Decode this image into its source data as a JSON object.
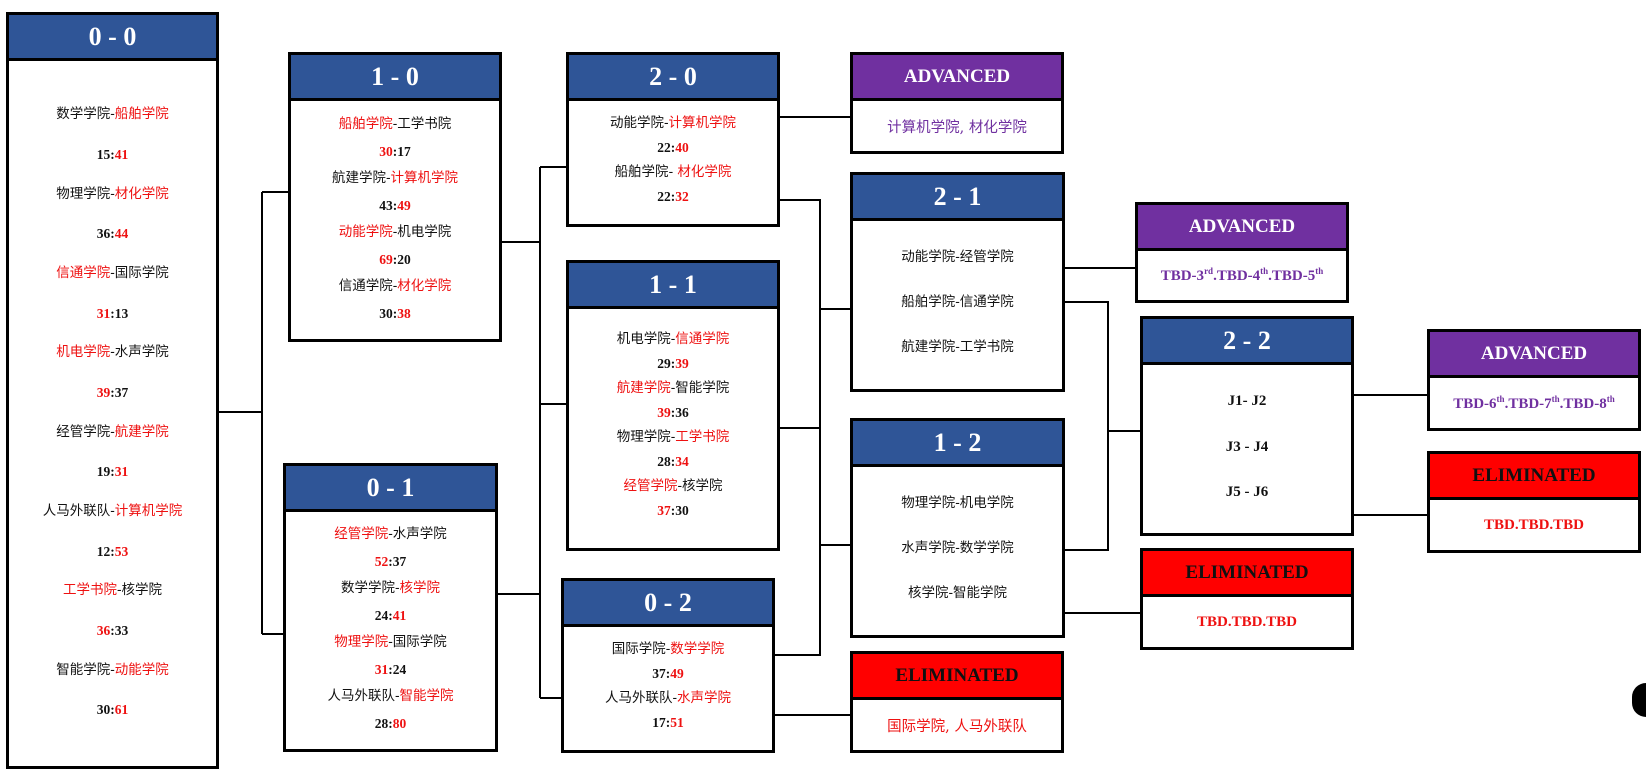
{
  "colors": {
    "header_blue": "#2f5597",
    "advanced_purple": "#7030a0",
    "eliminated_red": "#ff0000",
    "winner_text": "#ee1111"
  },
  "record_00": {
    "title": "0 - 0",
    "matches": [
      {
        "a": "数学学院",
        "b": "船舶学院",
        "winner": "b",
        "sa": "15",
        "sb": "41"
      },
      {
        "a": "物理学院",
        "b": "材化学院",
        "winner": "b",
        "sa": "36",
        "sb": "44"
      },
      {
        "a": "信通学院",
        "b": "国际学院",
        "winner": "a",
        "sa": "31",
        "sb": "13"
      },
      {
        "a": "机电学院",
        "b": "水声学院",
        "winner": "a",
        "sa": "39",
        "sb": "37"
      },
      {
        "a": "经管学院",
        "b": "航建学院",
        "winner": "b",
        "sa": "19",
        "sb": "31"
      },
      {
        "a": "人马外联队",
        "b": "计算机学院",
        "winner": "b",
        "sa": "12",
        "sb": "53"
      },
      {
        "a": "工学书院",
        "b": "核学院",
        "winner": "a",
        "sa": "36",
        "sb": "33"
      },
      {
        "a": "智能学院",
        "b": "动能学院",
        "winner": "b",
        "sa": "30",
        "sb": "61"
      }
    ]
  },
  "record_10": {
    "title": "1 - 0",
    "matches": [
      {
        "a": "船舶学院",
        "b": "工学书院",
        "winner": "a",
        "sa": "30",
        "sb": "17"
      },
      {
        "a": "航建学院",
        "b": "计算机学院",
        "winner": "b",
        "sa": "43",
        "sb": "49"
      },
      {
        "a": "动能学院",
        "b": "机电学院",
        "winner": "a",
        "sa": "69",
        "sb": "20"
      },
      {
        "a": "信通学院",
        "b": "材化学院",
        "winner": "b",
        "sa": "30",
        "sb": "38"
      }
    ]
  },
  "record_01": {
    "title": "0 - 1",
    "matches": [
      {
        "a": "经管学院",
        "b": "水声学院",
        "winner": "a",
        "sa": "52",
        "sb": "37"
      },
      {
        "a": "数学学院",
        "b": "核学院",
        "winner": "b",
        "sa": "24",
        "sb": "41"
      },
      {
        "a": "物理学院",
        "b": "国际学院",
        "winner": "a",
        "sa": "31",
        "sb": "24"
      },
      {
        "a": "人马外联队",
        "b": "智能学院",
        "winner": "b",
        "sa": "28",
        "sb": "80"
      }
    ]
  },
  "record_20": {
    "title": "2 - 0",
    "matches": [
      {
        "a": "动能学院",
        "b": "计算机学院",
        "winner": "b",
        "sa": "22",
        "sb": "40"
      },
      {
        "a": "船舶学院",
        "b": " 材化学院",
        "winner": "b",
        "sa": "22",
        "sb": "32"
      }
    ]
  },
  "record_11": {
    "title": "1 - 1",
    "matches": [
      {
        "a": "机电学院",
        "b": "信通学院",
        "winner": "b",
        "sa": "29",
        "sb": "39"
      },
      {
        "a": "航建学院",
        "b": "智能学院",
        "winner": "a",
        "sa": "39",
        "sb": "36"
      },
      {
        "a": "物理学院",
        "b": "工学书院",
        "winner": "b",
        "sa": "28",
        "sb": "34"
      },
      {
        "a": "经管学院",
        "b": "核学院",
        "winner": "a",
        "sa": "37",
        "sb": "30"
      }
    ]
  },
  "record_02": {
    "title": "0 - 2",
    "matches": [
      {
        "a": "国际学院",
        "b": "数学学院",
        "winner": "b",
        "sa": "37",
        "sb": "49"
      },
      {
        "a": "人马外联队",
        "b": "水声学院",
        "winner": "b",
        "sa": "17",
        "sb": "51"
      }
    ]
  },
  "adv_1": {
    "title": "ADVANCED",
    "text": "计算机学院, 材化学院"
  },
  "record_21": {
    "title": "2 - 1",
    "matches": [
      "动能学院-经管学院",
      "船舶学院-信通学院",
      "航建学院-工学书院"
    ]
  },
  "record_12": {
    "title": "1 - 2",
    "matches": [
      "物理学院-机电学院",
      "水声学院-数学学院",
      "核学院-智能学院"
    ]
  },
  "elim_1": {
    "title": "ELIMINATED",
    "text": "国际学院, 人马外联队"
  },
  "adv_2": {
    "title": "ADVANCED",
    "t1": "TBD-3",
    "s1": "rd",
    "t2": ".TBD-4",
    "s2": "th",
    "t3": ".TBD-5",
    "s3": "th"
  },
  "record_22": {
    "title": "2 - 2",
    "matches": [
      "J1- J2",
      "J3 - J4",
      "J5 - J6"
    ]
  },
  "elim_2": {
    "title": "ELIMINATED",
    "text": "TBD.TBD.TBD"
  },
  "adv_3": {
    "title": "ADVANCED",
    "t1": "TBD-6",
    "s1": "th",
    "t2": ".TBD-7",
    "s2": "th",
    "t3": ".TBD-8",
    "s3": "th"
  },
  "elim_3": {
    "title": "ELIMINATED",
    "text": "TBD.TBD.TBD"
  }
}
